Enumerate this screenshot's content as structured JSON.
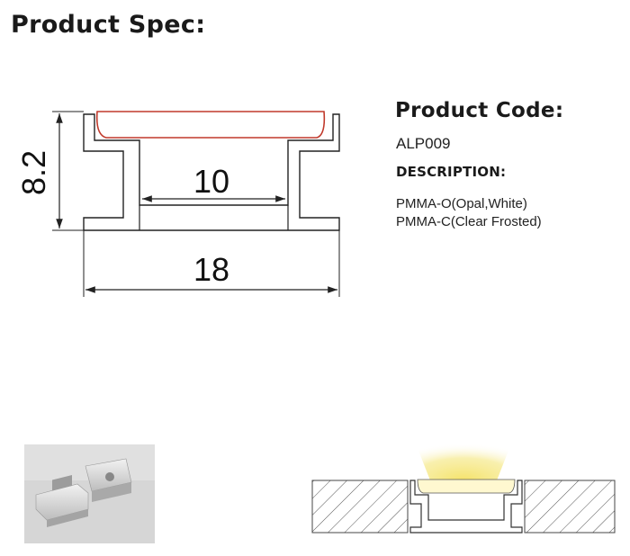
{
  "spec_heading": "Product Spec:",
  "product_code_heading": "Product Code:",
  "product_code": "ALP009",
  "description_heading": "DESCRIPTION:",
  "description_lines": [
    "PMMA-O(Opal,White)",
    "PMMA-C(Clear Frosted)"
  ],
  "dimensions": {
    "height": "8.2",
    "inner_width": "10",
    "outer_width": "18"
  },
  "colors": {
    "diffuser_outline": "#c0392b",
    "light_glow": "#f5e36a",
    "line": "#222222"
  }
}
